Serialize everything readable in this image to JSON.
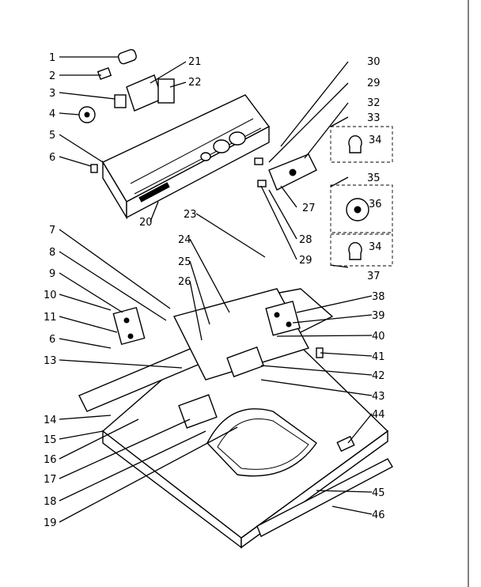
{
  "callouts": {
    "c1": "1",
    "c2": "2",
    "c3": "3",
    "c4": "4",
    "c5": "5",
    "c6": "6",
    "c7": "7",
    "c8": "8",
    "c9": "9",
    "c10": "10",
    "c11": "11",
    "c6b": "6",
    "c13": "13",
    "c14": "14",
    "c15": "15",
    "c16": "16",
    "c17": "17",
    "c18": "18",
    "c19": "19",
    "c20": "20",
    "c21": "21",
    "c22": "22",
    "c23": "23",
    "c24": "24",
    "c25": "25",
    "c26": "26",
    "c27": "27",
    "c28": "28",
    "c29": "29",
    "c29b": "29",
    "c30": "30",
    "c32": "32",
    "c33": "33",
    "c34": "34",
    "c34b": "34",
    "c35": "35",
    "c36": "36",
    "c37": "37",
    "c38": "38",
    "c39": "39",
    "c40": "40",
    "c41": "41",
    "c42": "42",
    "c43": "43",
    "c44": "44",
    "c45": "45",
    "c46": "46"
  }
}
